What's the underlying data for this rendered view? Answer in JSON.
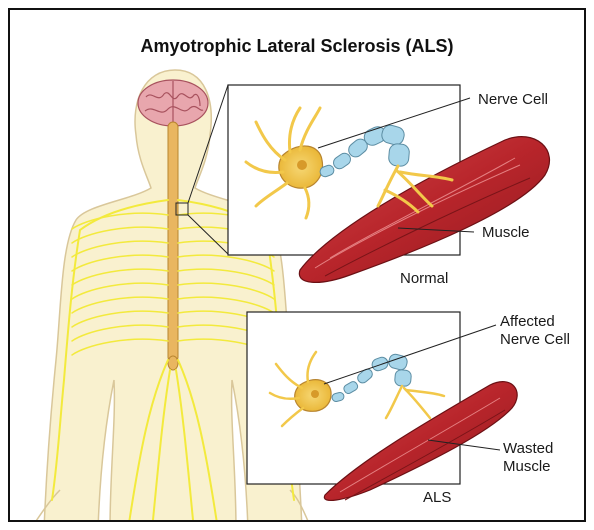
{
  "title": "Amyotrophic Lateral Sclerosis (ALS)",
  "panels": {
    "normal": {
      "caption": "Normal",
      "labels": {
        "nerve_cell": "Nerve Cell",
        "muscle": "Muscle"
      }
    },
    "als": {
      "caption": "ALS",
      "labels": {
        "affected_line1": "Affected",
        "affected_line2": "Nerve Cell",
        "wasted_line1": "Wasted",
        "wasted_line2": "Muscle"
      }
    }
  },
  "colors": {
    "skin": "#f9f1cf",
    "skin_outline": "#d9c79a",
    "nerves": "#f3ea3d",
    "spinal_cord": "#e9b660",
    "brain": "#e8a6ad",
    "muscle": "#b8252b",
    "neuron": "#f2c84a",
    "myelin": "#a8d6ea"
  }
}
